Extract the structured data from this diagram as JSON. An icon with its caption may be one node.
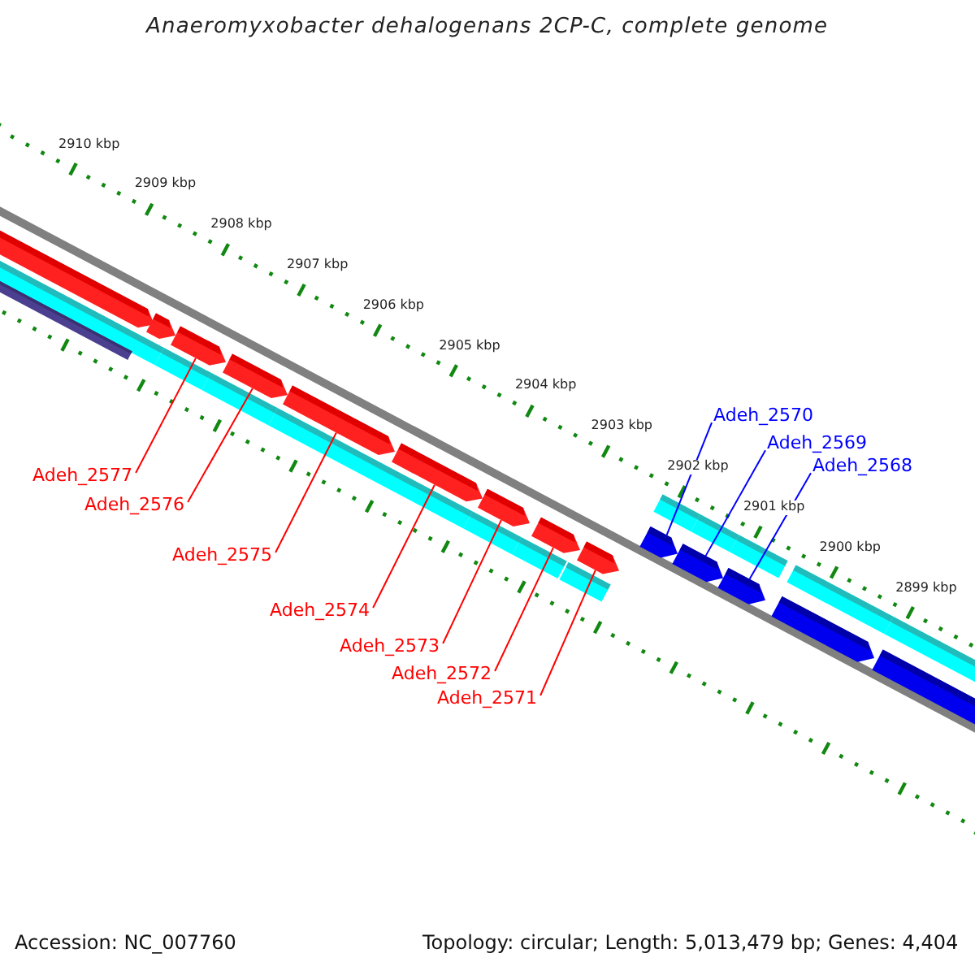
{
  "diagram": {
    "title": "Anaeromyxobacter dehalogenans 2CP-C, complete genome",
    "nodes": [
      {
        "text": [
          "Adeh_2577"
        ]
      },
      {
        "text": [
          "Adeh_2576"
        ]
      },
      {
        "text": [
          "Adeh_2575"
        ]
      },
      {
        "text": [
          "Adeh_2574"
        ]
      },
      {
        "text": [
          "Adeh_2573"
        ]
      },
      {
        "text": [
          "Adeh_2572"
        ]
      },
      {
        "text": [
          "Adeh_2571"
        ]
      },
      {
        "text": [
          "Adeh_2570"
        ]
      },
      {
        "text": [
          "Adeh_2569"
        ]
      },
      {
        "text": [
          "Adeh_2568"
        ]
      },
      {
        "text": [],
        "shape": "pentagon"
      },
      {
        "text": [],
        "shape": "pentagon"
      },
      {
        "text": [],
        "shape": "pentagon"
      },
      {
        "text": [],
        "shape": "pentagon"
      },
      {
        "text": [],
        "shape": "pentagon"
      },
      {
        "text": [],
        "shape": "pentagon"
      },
      {
        "text": [],
        "shape": "pentagon"
      },
      {
        "text": [],
        "shape": "pentagon"
      },
      {
        "text": [],
        "shape": "pentagon"
      },
      {
        "text": [],
        "shape": "pentagon"
      }
    ],
    "edges": [
      {
        "from": 0,
        "to": 10,
        "arrow": "none"
      },
      {
        "from": 1,
        "to": 11,
        "arrow": "none"
      },
      {
        "from": 2,
        "to": 12,
        "arrow": "none"
      },
      {
        "from": 3,
        "to": 13,
        "arrow": "none"
      },
      {
        "from": 4,
        "to": 14,
        "arrow": "none"
      },
      {
        "from": 5,
        "to": 15,
        "arrow": "none"
      },
      {
        "from": 6,
        "to": 16,
        "arrow": "none"
      },
      {
        "from": 7,
        "to": 17,
        "arrow": "none",
        "color": "#0000ff"
      },
      {
        "from": 8,
        "to": 18,
        "arrow": "none",
        "color": "#0000ff"
      },
      {
        "from": 9,
        "to": 19,
        "arrow": "none",
        "color": "#0000ff"
      }
    ],
    "labels": [
      "2910 kbp",
      "2909 kbp",
      "2908 kbp",
      "2907 kbp",
      "2906 kbp",
      "2905 kbp",
      "2904 kbp",
      "2903 kbp",
      "2902 kbp",
      "2901 kbp",
      "2900 kbp",
      "2899 kbp",
      "Accession: NC_007760",
      "Topology: circular; Length: 5,013,479 bp; Genes: 4,404"
    ]
  }
}
